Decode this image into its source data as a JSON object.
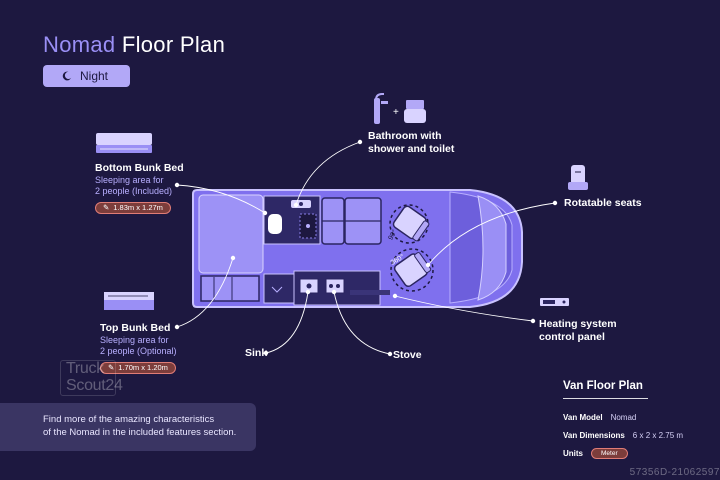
{
  "header": {
    "brand": "Nomad",
    "title_rest": " Floor Plan"
  },
  "toggle": {
    "label": "Night",
    "icon": "moon-icon"
  },
  "labels": {
    "bottom_bunk": {
      "title": "Bottom Bunk Bed",
      "sub1": "Sleeping area for",
      "sub2": "2 people (Included)",
      "dims": "1.83m x 1.27m"
    },
    "top_bunk": {
      "title": "Top Bunk Bed",
      "sub1": "Sleeping area for",
      "sub2": "2 people (Optional)",
      "dims": "1.70m x 1.20m"
    },
    "bathroom": {
      "line1": "Bathroom with",
      "line2": "shower and toilet"
    },
    "seats": {
      "title": "Rotatable seats"
    },
    "heating": {
      "line1": "Heating system",
      "line2": "control panel"
    },
    "sink": {
      "title": "Sink"
    },
    "stove": {
      "title": "Stove"
    },
    "rotation_marks": [
      "90°",
      "360°"
    ]
  },
  "info": {
    "line1": "Find more of the amazing characteristics",
    "line2": "of the Nomad in the included features section."
  },
  "specs": {
    "title": "Van Floor Plan",
    "rows": [
      {
        "key": "Van Model",
        "value": "Nomad"
      },
      {
        "key": "Van Dimensions",
        "value": "6 x 2 x 2.75 m"
      }
    ],
    "units_key": "Units",
    "units_value": "Meter"
  },
  "watermark": {
    "line1": "Truck",
    "line2": "Scout24"
  },
  "reference": "57356D-21062597",
  "colors": {
    "background": "#1d1840",
    "accent": "#9a8ff5",
    "van_body": "#7f70ee",
    "van_light": "#b2a8f7",
    "pill": "#7c3d3b"
  }
}
